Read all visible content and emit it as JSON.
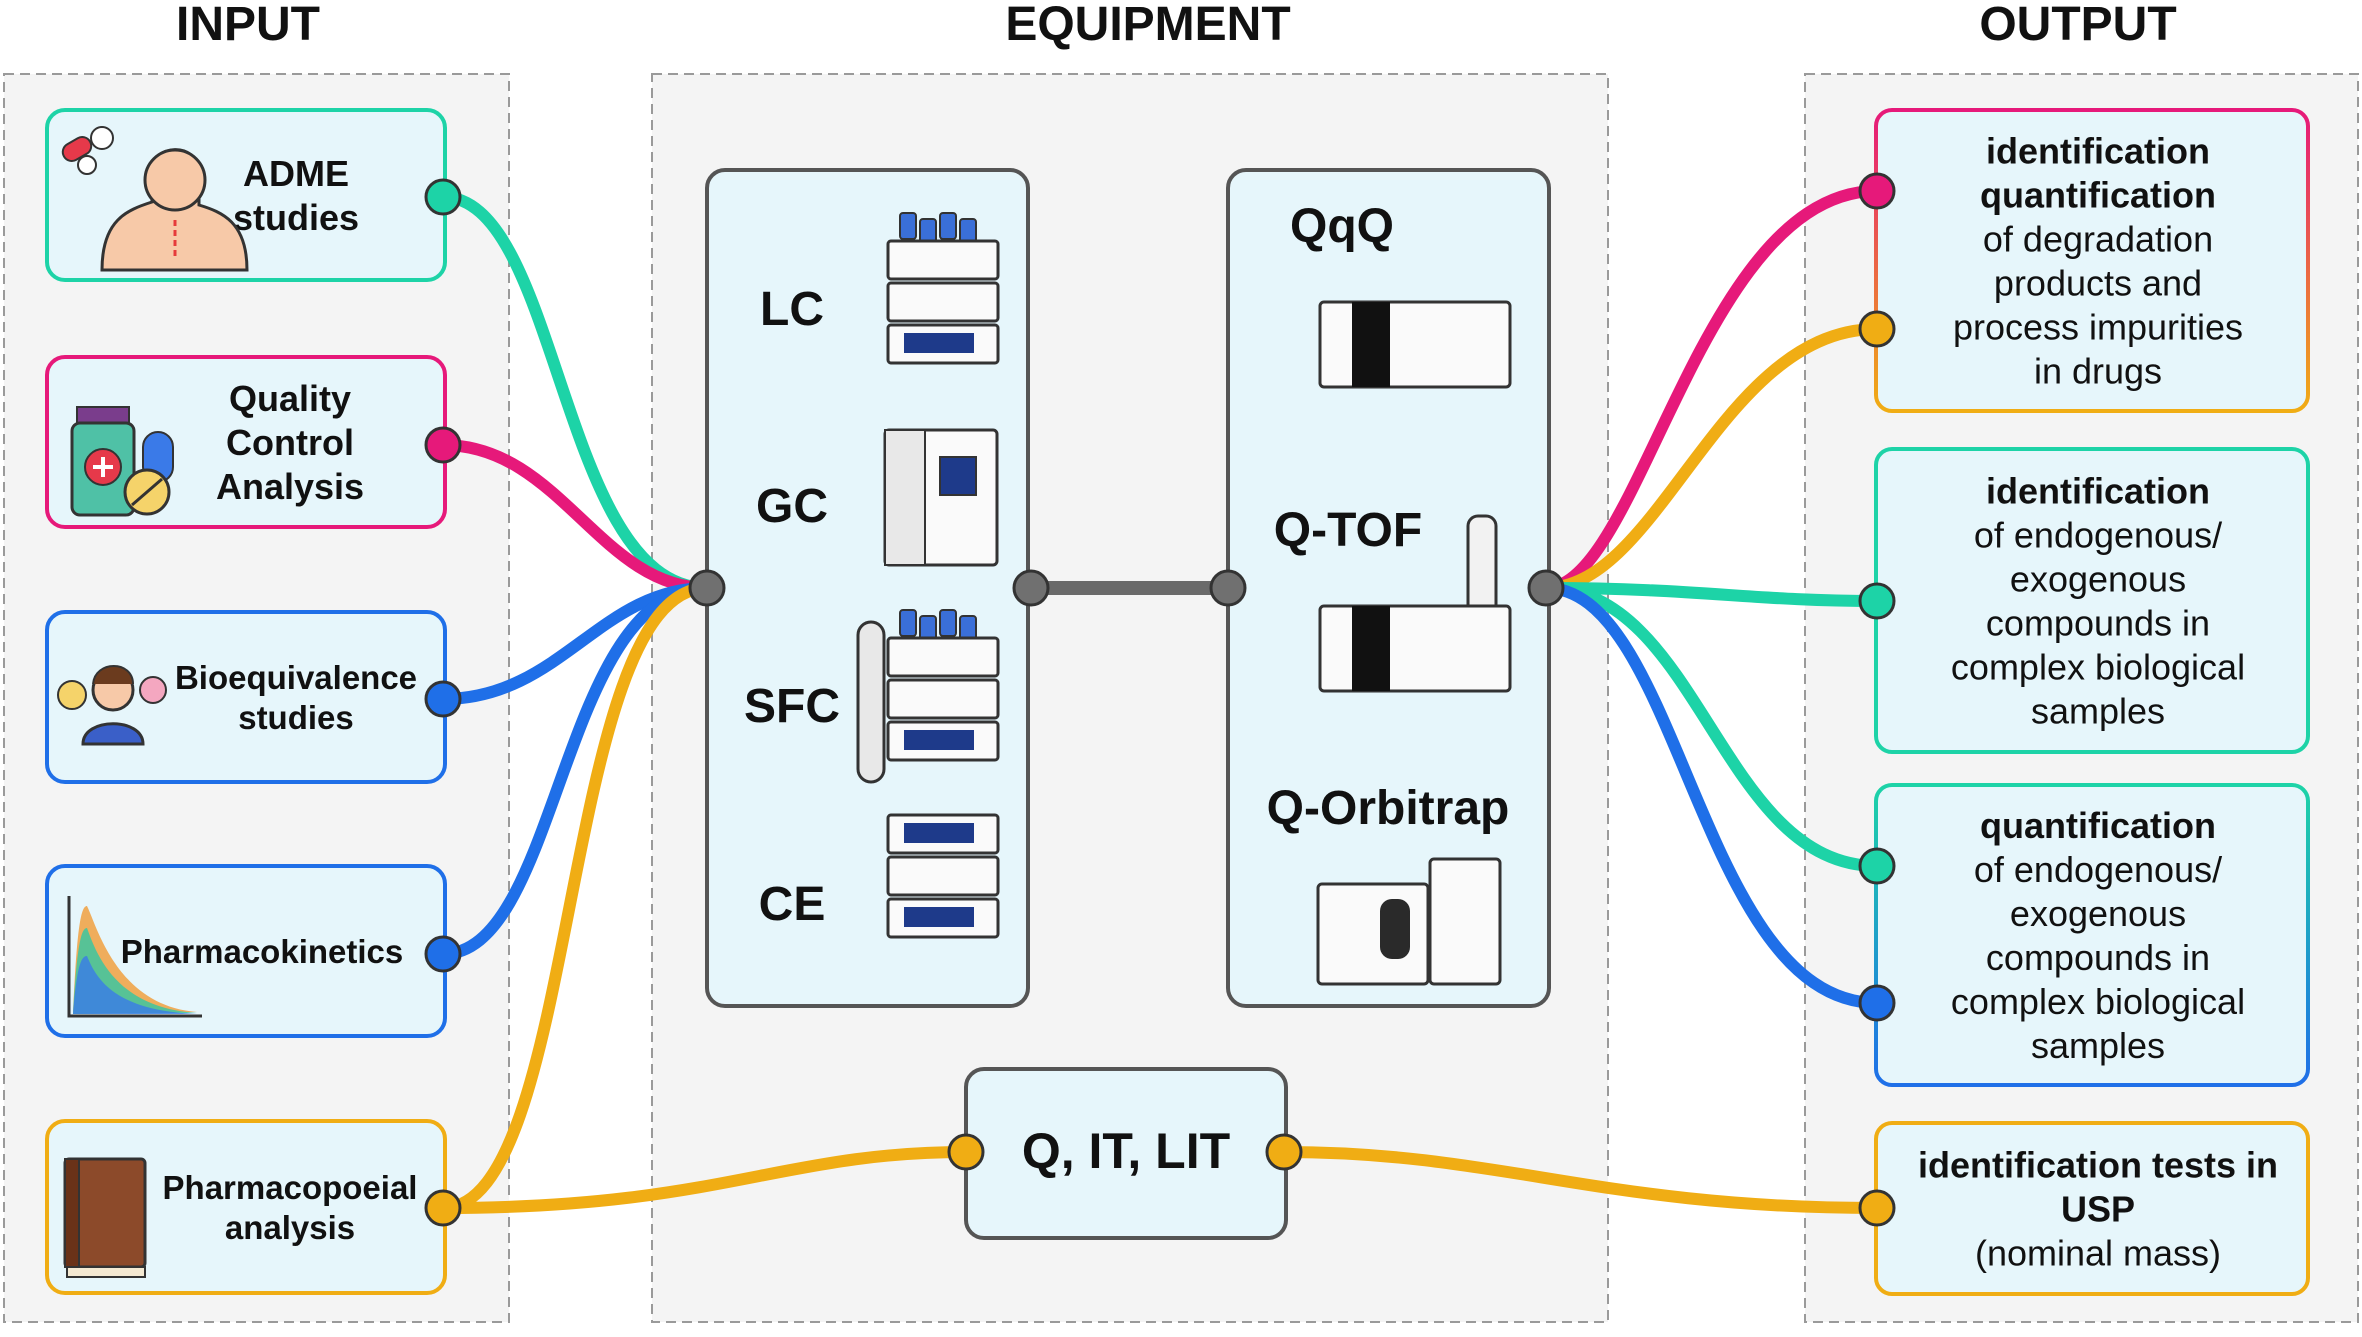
{
  "sections": {
    "input": "INPUT",
    "equipment": "EQUIPMENT",
    "output": "OUTPUT"
  },
  "colors": {
    "teal": "#1dd3a7",
    "magenta": "#e6197a",
    "blue": "#1f6fe8",
    "orange": "#f0ad14",
    "gray": "#707070",
    "box_fill": "#e6f6fb",
    "panel_fill": "#f4f4f4"
  },
  "inputs": [
    {
      "lines": [
        "ADME",
        "studies"
      ],
      "color": "teal",
      "icon": "patient-swallowing-pills-icon"
    },
    {
      "lines": [
        "Quality",
        "Control",
        "Analysis"
      ],
      "color": "magenta",
      "icon": "medicine-bottle-pills-icon"
    },
    {
      "lines": [
        "Bioequivalence",
        "studies"
      ],
      "color": "blue",
      "icon": "person-comparing-pills-icon"
    },
    {
      "lines": [
        "Pharmacokinetics"
      ],
      "color": "blue",
      "icon": "concentration-time-curve-icon"
    },
    {
      "lines": [
        "Pharmacopoeial",
        "analysis"
      ],
      "color": "orange",
      "icon": "book-icon"
    }
  ],
  "separation": [
    "LC",
    "GC",
    "SFC",
    "CE"
  ],
  "mass_spec": [
    "QqQ",
    "Q-TOF",
    "Q-Orbitrap"
  ],
  "low_res": "Q, IT, LIT",
  "outputs": [
    {
      "bold": [
        "identification",
        "quantification"
      ],
      "normal": [
        "of degradation",
        "products and",
        "process impurities",
        "in drugs"
      ]
    },
    {
      "bold": [
        "identification"
      ],
      "normal": [
        "of endogenous/",
        "exogenous",
        "compounds in",
        "complex biological",
        "samples"
      ]
    },
    {
      "bold": [
        "quantification"
      ],
      "normal": [
        "of endogenous/",
        "exogenous",
        "compounds in",
        "complex biological",
        "samples"
      ]
    },
    {
      "bold": [
        "identification tests in",
        "USP"
      ],
      "normal": [
        "(nominal mass)"
      ]
    }
  ]
}
